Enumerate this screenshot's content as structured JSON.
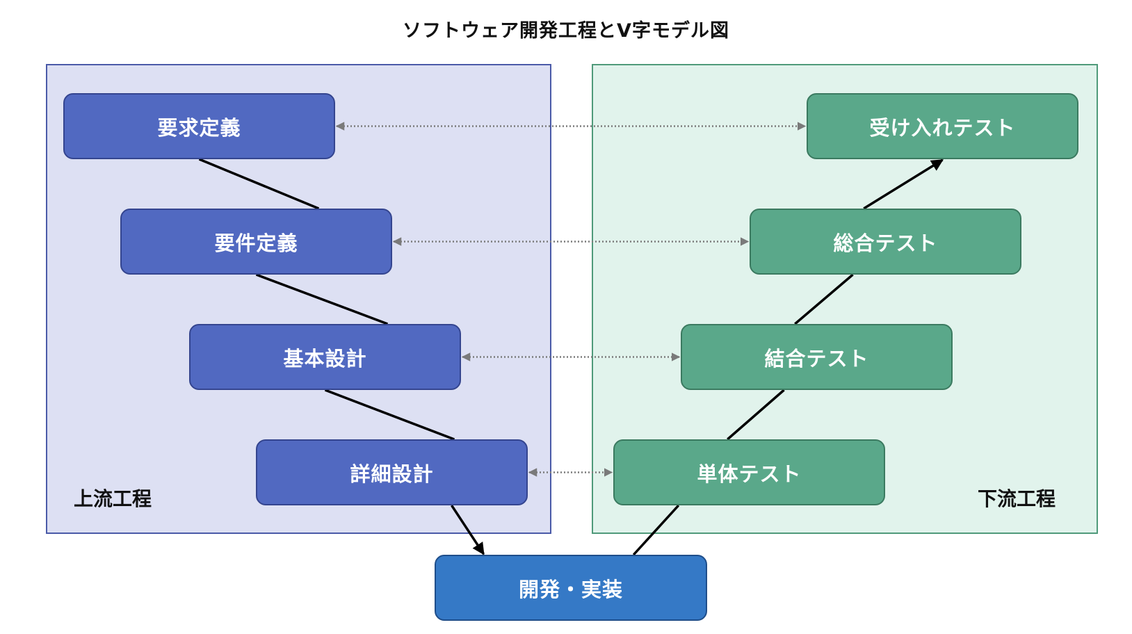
{
  "title": "ソフトウェア開発工程とV字モデル図",
  "colors": {
    "upstream_fill": "#5169c1",
    "upstream_border": "#34458f",
    "upstream_region_fill": "#dde0f3",
    "downstream_fill": "#5aa88a",
    "downstream_border": "#3b7a60",
    "downstream_region_fill": "#e1f3ec",
    "implementation_fill": "#3579c6",
    "implementation_border": "#1f4e8a",
    "flow_line": "#000000",
    "correspondence_line": "#7a7a7a"
  },
  "regions": {
    "upstream": {
      "label": "上流工程"
    },
    "downstream": {
      "label": "下流工程"
    }
  },
  "upstream_steps": [
    {
      "id": "requirements",
      "label": "要求定義"
    },
    {
      "id": "requirements-definition",
      "label": "要件定義"
    },
    {
      "id": "basic-design",
      "label": "基本設計"
    },
    {
      "id": "detailed-design",
      "label": "詳細設計"
    }
  ],
  "implementation": {
    "id": "implementation",
    "label": "開発・実装"
  },
  "downstream_steps": [
    {
      "id": "unit-test",
      "label": "単体テスト"
    },
    {
      "id": "integration-test",
      "label": "結合テスト"
    },
    {
      "id": "system-test",
      "label": "総合テスト"
    },
    {
      "id": "acceptance-test",
      "label": "受け入れテスト"
    }
  ],
  "correspondences": [
    {
      "from": "requirements",
      "to": "acceptance-test"
    },
    {
      "from": "requirements-definition",
      "to": "system-test"
    },
    {
      "from": "basic-design",
      "to": "integration-test"
    },
    {
      "from": "detailed-design",
      "to": "unit-test"
    }
  ]
}
